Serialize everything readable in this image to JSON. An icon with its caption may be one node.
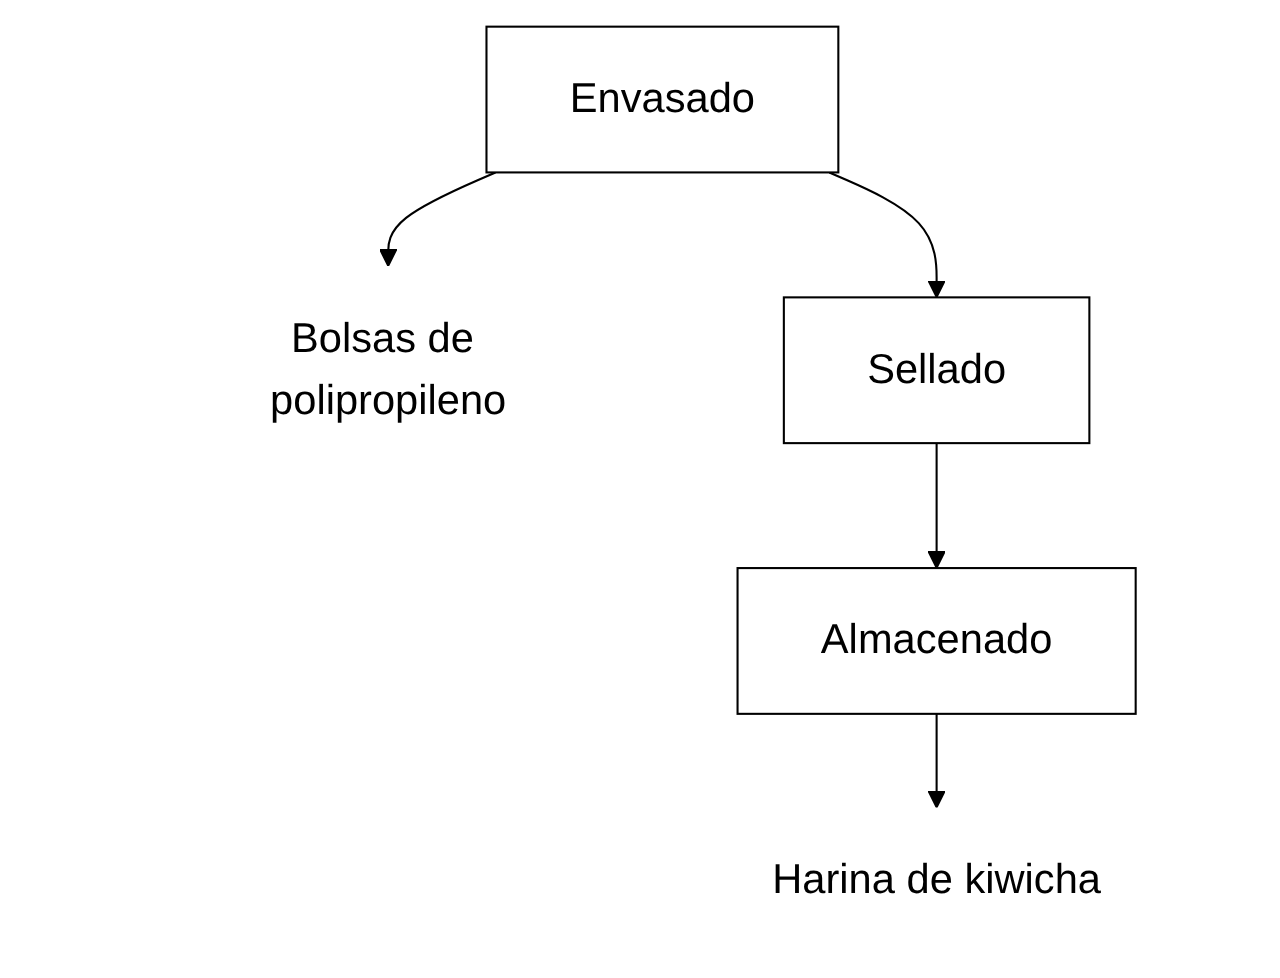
{
  "diagram": {
    "nodes": [
      {
        "text": [
          "Envasado"
        ]
      },
      {
        "text": [
          "Bolsas de polipropileno"
        ]
      },
      {
        "text": [
          "Sellado"
        ]
      },
      {
        "text": [
          "Almacenado"
        ]
      },
      {
        "text": [
          "Harina de kiwicha"
        ]
      }
    ],
    "edges": [
      {
        "from": 0,
        "to": 1,
        "arrow": "to"
      },
      {
        "from": 0,
        "to": 2,
        "arrow": "to"
      },
      {
        "from": 2,
        "to": 3,
        "arrow": "to"
      },
      {
        "from": 3,
        "to": 4,
        "arrow": "to"
      }
    ]
  }
}
